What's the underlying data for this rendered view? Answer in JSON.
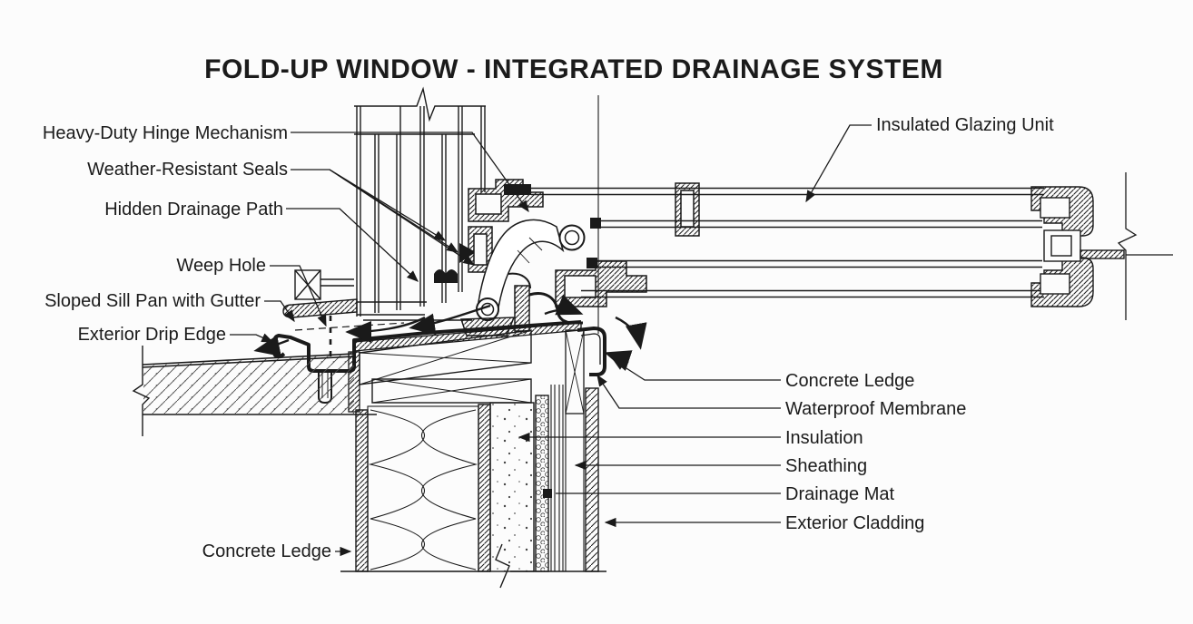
{
  "title": "FOLD-UP WINDOW - INTEGRATED DRAINAGE SYSTEM",
  "colors": {
    "ink": "#1a1a1a",
    "background": "#fcfcfc"
  },
  "diagram_type": "architectural section detail",
  "labels": {
    "left": [
      {
        "id": "hinge",
        "text": "Heavy-Duty Hinge Mechanism"
      },
      {
        "id": "seals",
        "text": "Weather-Resistant Seals"
      },
      {
        "id": "drainage_path",
        "text": "Hidden Drainage Path"
      },
      {
        "id": "weep_hole",
        "text": "Weep Hole"
      },
      {
        "id": "sill_pan",
        "text": "Sloped Sill Pan with Gutter"
      },
      {
        "id": "drip_edge",
        "text": "Exterior Drip Edge"
      },
      {
        "id": "concrete_ledge_b",
        "text": "Concrete Ledge"
      }
    ],
    "right": [
      {
        "id": "igu",
        "text": "Insulated Glazing Unit"
      },
      {
        "id": "concrete_ledge",
        "text": "Concrete Ledge"
      },
      {
        "id": "membrane",
        "text": "Waterproof Membrane"
      },
      {
        "id": "insulation",
        "text": "Insulation"
      },
      {
        "id": "sheathing",
        "text": "Sheathing"
      },
      {
        "id": "drainage_mat",
        "text": "Drainage Mat"
      },
      {
        "id": "cladding",
        "text": "Exterior Cladding"
      }
    ]
  }
}
